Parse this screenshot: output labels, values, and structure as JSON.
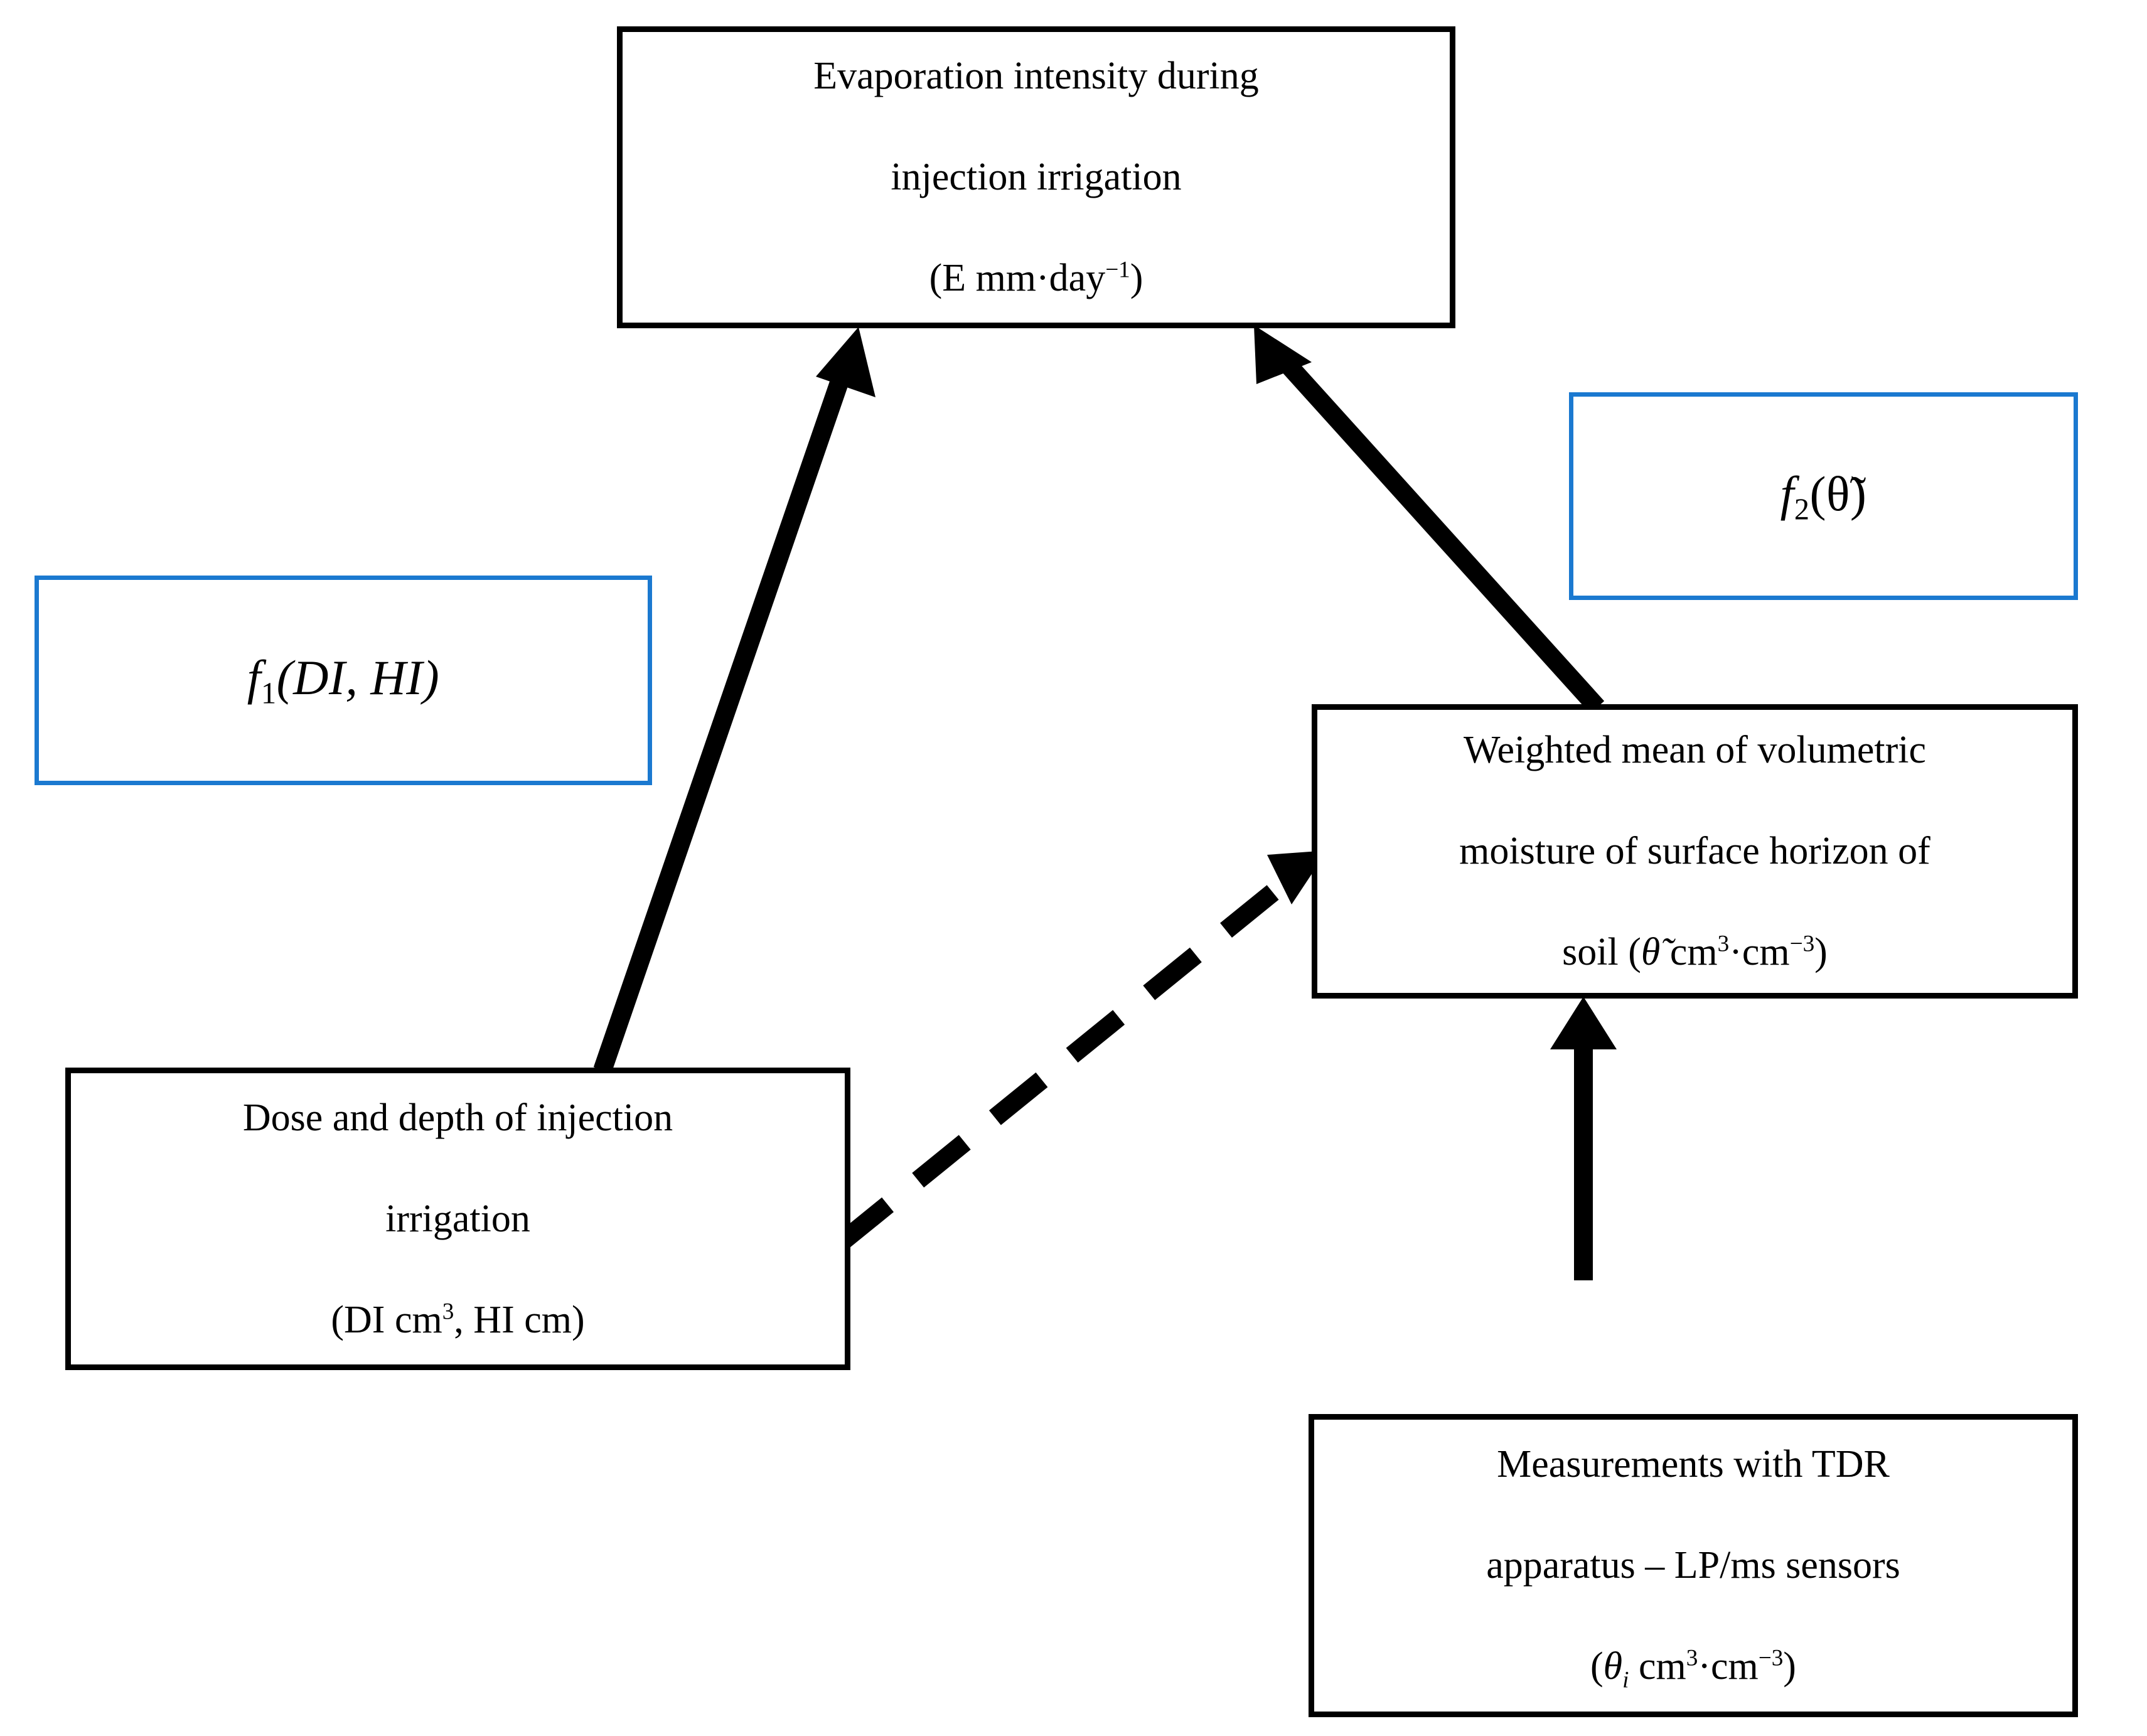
{
  "diagram": {
    "title": "Conceptual model of evaporation intensity during injection irrigation",
    "background_color": "#ffffff",
    "accent_color": "#1B79D0",
    "line_color": "#000000",
    "boxes": {
      "evaporation": {
        "line1": "Evaporation intensity during",
        "line2": "injection irrigation",
        "line3_prefix": "(E mm·day",
        "line3_exp": "−1",
        "line3_suffix": ")",
        "border_style": "solid-black",
        "border_color": "#000000"
      },
      "function1": {
        "symbol": "f",
        "subscript": "1",
        "argument": "(DI, HI)",
        "full_text": "f₁(DI, HI)",
        "border_style": "solid-blue",
        "border_color": "#1B79D0"
      },
      "function2": {
        "symbol": "f",
        "subscript": "2",
        "argument": "(θ̃)",
        "full_text": "f₂(θ̃)",
        "border_style": "solid-blue",
        "border_color": "#1B79D0"
      },
      "weighted_mean": {
        "line1": "Weighted mean of volumetric",
        "line2": "moisture of surface horizon of",
        "line3_prefix": "soil (",
        "line3_symbol": "θ̃",
        "line3_unit_a": " cm",
        "line3_exp_a": "3",
        "line3_mid": "·cm",
        "line3_exp_b": "−3",
        "line3_suffix": ")",
        "border_style": "solid-black",
        "border_color": "#000000"
      },
      "dose_depth": {
        "line1": "Dose and depth of injection",
        "line2": "irrigation",
        "line3_prefix": "(DI cm",
        "line3_exp": "3",
        "line3_suffix": ", HI cm)",
        "border_style": "solid-black",
        "border_color": "#000000"
      },
      "measurements": {
        "line1": "Measurements with TDR",
        "line2": "apparatus – LP/ms sensors",
        "line3_prefix": "(",
        "line3_symbol": "θ",
        "line3_index": "i",
        "line3_unit_a": " cm",
        "line3_exp_a": "3",
        "line3_mid": "·cm",
        "line3_exp_b": "−3",
        "line3_suffix": ")",
        "border_style": "solid-black",
        "border_color": "#000000"
      }
    },
    "arrows": [
      {
        "name": "dose-to-evaporation",
        "from": "dose_depth",
        "to": "evaporation",
        "style": "solid",
        "label_function": "f₁(DI, HI)"
      },
      {
        "name": "moisture-to-evaporation",
        "from": "weighted_mean",
        "to": "evaporation",
        "style": "solid",
        "label_function": "f₂(θ̃)"
      },
      {
        "name": "dose-to-moisture",
        "from": "dose_depth",
        "to": "weighted_mean",
        "style": "dashed"
      },
      {
        "name": "measurements-to-moisture",
        "from": "measurements",
        "to": "weighted_mean",
        "style": "solid"
      }
    ]
  }
}
